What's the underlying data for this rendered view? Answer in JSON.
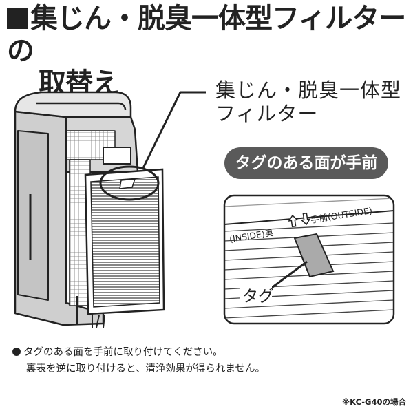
{
  "title": {
    "line1": "集じん・脱臭一体型フィルターの",
    "line2": "取替え"
  },
  "part_label": {
    "line1": "集じん・脱臭一体型",
    "line2": "フィルター"
  },
  "tag_side_badge": "タグのある面が手前",
  "zoom": {
    "inside_label": "(INSIDE)奥",
    "outside_label": "手前(OUTSIDE)",
    "tag_label": "タグ"
  },
  "instructions": {
    "line1": "タグのある面を手前に取り付けてください。",
    "line2": "裏表を逆に取り付けると、清浄効果が得られません。"
  },
  "model_note": "※KC-G40の場合",
  "colors": {
    "text": "#222222",
    "badge": "#5a5a5a",
    "tag_fill": "#aaaaaa",
    "unit_fill": "#d9d9d9"
  }
}
